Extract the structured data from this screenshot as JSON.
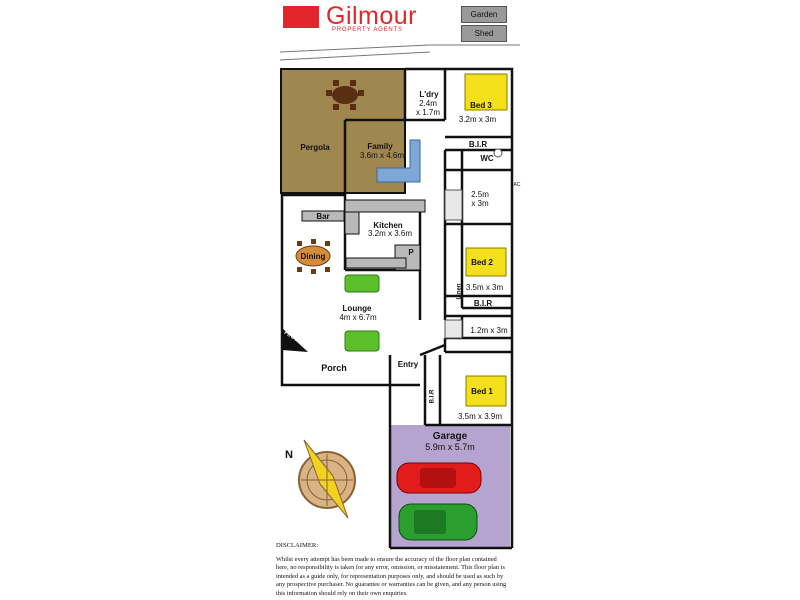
{
  "brand": {
    "name": "Gilmour",
    "tagline": "PROPERTY AGENTS"
  },
  "legend": [
    "Garden",
    "Shed"
  ],
  "rooms": {
    "laundry": {
      "name": "L'dry",
      "dims": "2.4m\nx 1.7m"
    },
    "bed3": {
      "name": "Bed 3",
      "dims": "3.2m x 3m"
    },
    "bir3": {
      "name": "B.I.R"
    },
    "wc": {
      "name": "WC"
    },
    "pergola": {
      "name": "Pergola"
    },
    "family": {
      "name": "Family",
      "dims": "3.6m x 4.6m"
    },
    "bath": {
      "dims": "2.5m\nx 3m"
    },
    "ac": {
      "name": "AC"
    },
    "bar": {
      "name": "Bar"
    },
    "kitchen": {
      "name": "Kitchen",
      "dims": "3.2m x 3.6m"
    },
    "pantry": {
      "name": "P"
    },
    "dining": {
      "name": "Dining"
    },
    "bed2": {
      "name": "Bed 2",
      "dims": "3.5m x 3m"
    },
    "linen": {
      "name": "Linen"
    },
    "bir2": {
      "name": "B.I.R"
    },
    "lounge": {
      "name": "Lounge",
      "dims": "4m x 6.7m"
    },
    "ensuite": {
      "dims": "1.2m x 3m"
    },
    "fireplace": {
      "name": "Fire Place"
    },
    "porch": {
      "name": "Porch"
    },
    "entry": {
      "name": "Entry"
    },
    "bir1": {
      "name": "B.I.R"
    },
    "bed1": {
      "name": "Bed 1",
      "dims": "3.5m x 3.9m"
    },
    "garage": {
      "name": "Garage",
      "dims": "5.9m x 5.7m"
    }
  },
  "compass": {
    "north_label": "N"
  },
  "disclaimer": {
    "title": "DISCLAIMER:",
    "text": "Whilst every attempt has been made to ensure the accuracy of the floor plan contained here, no responsibility is taken for any error, omission, or misstatement. This floor plan is intended as a guide only, for representation purposes only, and should be used as such by any prospective purchaser. No guarantee or warranties can be given, and any person using this information should rely on their own enquiries."
  },
  "colors": {
    "brand": "#e3262a",
    "pergola": "#a0864f",
    "garage": "#b5a4cf",
    "bed": "#f3e01a",
    "sofa": "#5bbf2c",
    "kitchen_bench": "#b9b9b9",
    "car_red": "#e21b1b",
    "car_green": "#2a9e2f",
    "family_sofa": "#7da7d6",
    "compass_ring": "#d8b383",
    "needle": "#f0d21f",
    "legend_box": "#9a9a9a"
  }
}
